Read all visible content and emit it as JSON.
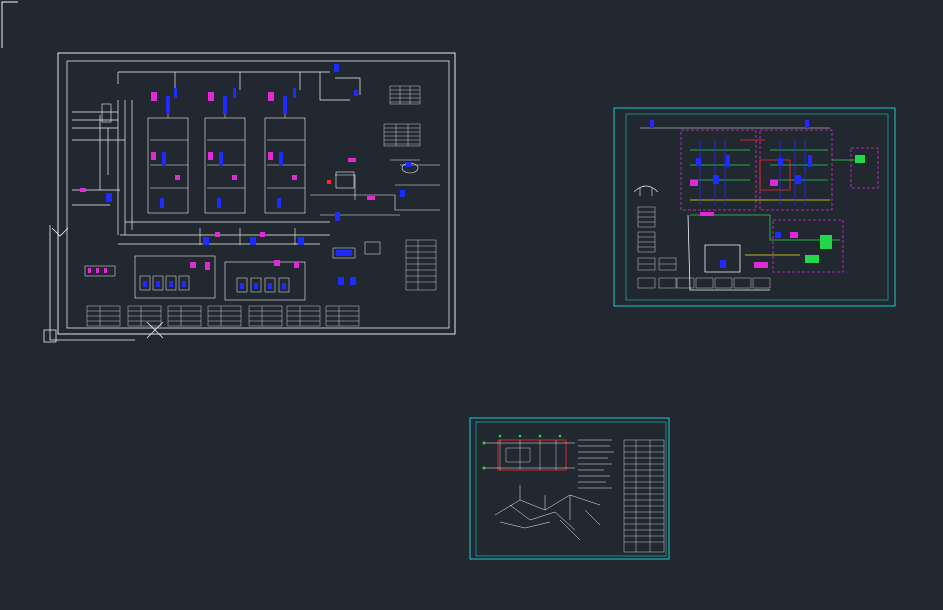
{
  "app": {
    "view": "model-space",
    "background_color": "#212830"
  },
  "colors": {
    "sheet_frame": "#e8e8e8",
    "sheet2_frame": "#1fc7c7",
    "sheet3_frame": "#1fc7c7",
    "line_white": "#f2f2f2",
    "line_blue": "#1e2bff",
    "line_magenta": "#e02ad8",
    "line_green": "#22d84a",
    "line_yellow": "#f0e020",
    "line_red": "#ff2a2a",
    "line_cyan": "#26d6d6"
  },
  "sheets": [
    {
      "id": "sheet-main-pid",
      "tables": 8,
      "equipment_columns": 3
    },
    {
      "id": "sheet-colored-pid",
      "tables": 9,
      "equipment_groups": 3
    },
    {
      "id": "sheet-layout",
      "tables": 1,
      "equipment_groups": 1
    }
  ],
  "icons": {
    "ucs": "ucs-icon",
    "crosshair": "crosshair-cursor-icon"
  }
}
